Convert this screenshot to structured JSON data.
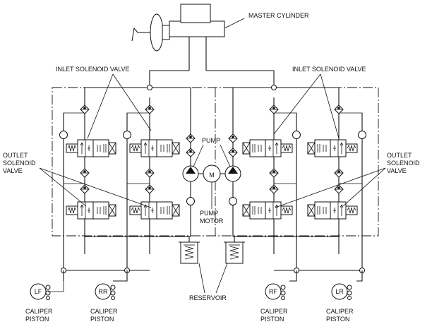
{
  "labels": {
    "master_cylinder": "MASTER CYLINDER",
    "inlet_left": "INLET SOLENOID VALVE",
    "inlet_right": "INLET SOLENOID VALVE",
    "outlet_left": [
      "OUTLET",
      "SOLENOID",
      "VALVE"
    ],
    "outlet_right": [
      "OUTLET",
      "SOLENOID",
      "VALVE"
    ],
    "pump": "PUMP",
    "pump_motor": [
      "PUMP",
      "MOTOR"
    ],
    "motor_symbol": "M",
    "reservoir": "RESERVOIR",
    "caliper_label": [
      "CALIPER",
      "PISTON"
    ]
  },
  "wheels": [
    {
      "id": "LF",
      "label": "LF"
    },
    {
      "id": "RR",
      "label": "RR"
    },
    {
      "id": "RF",
      "label": "RF"
    },
    {
      "id": "LR",
      "label": "LR"
    }
  ],
  "colors": {
    "line": "#111111",
    "background": "#ffffff"
  }
}
